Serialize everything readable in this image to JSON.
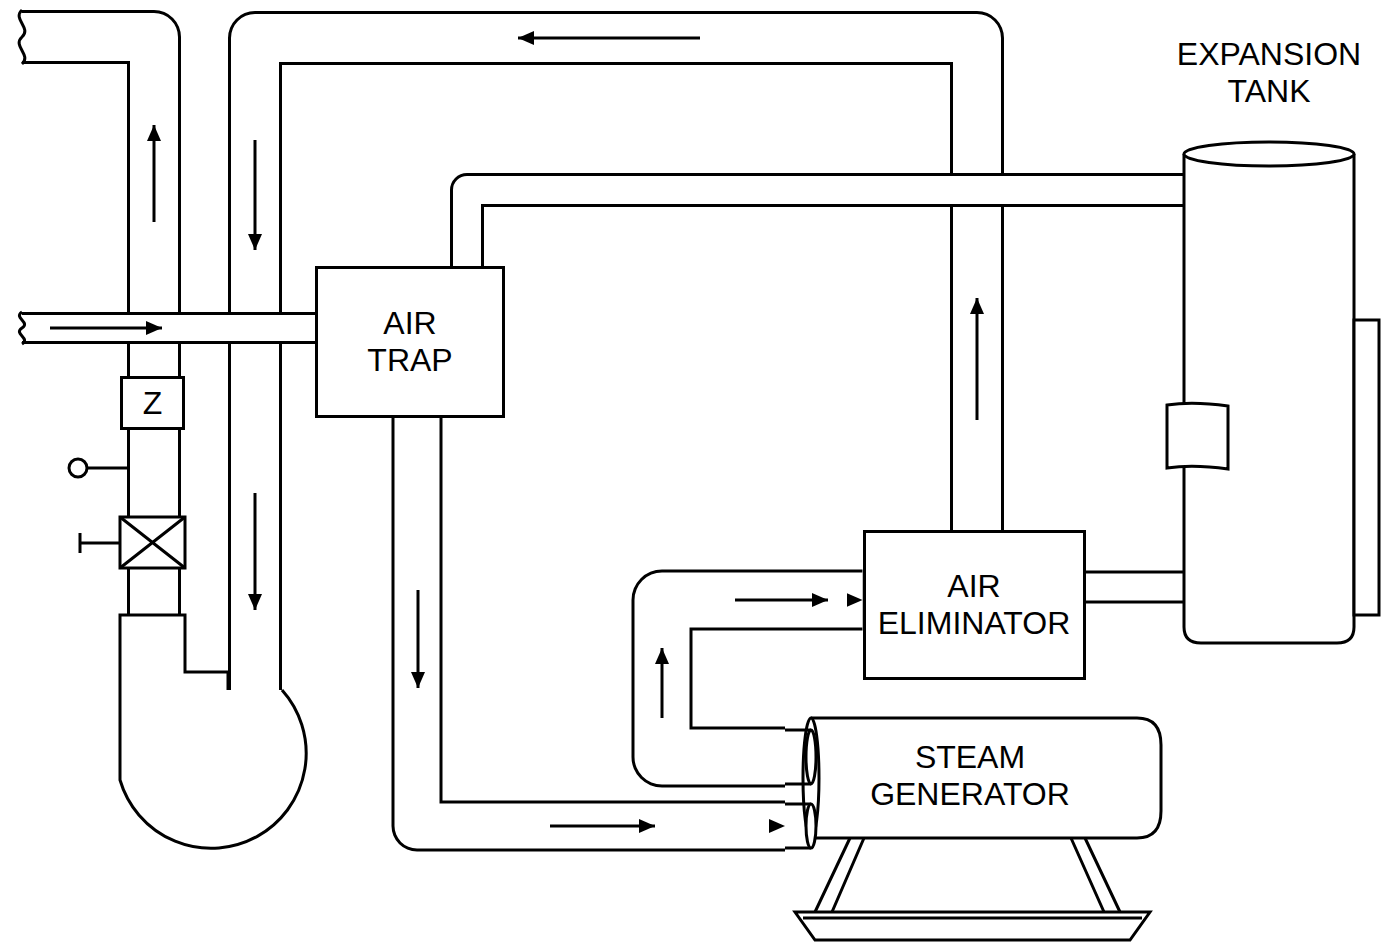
{
  "diagram": {
    "nodes": [
      {
        "text": [
          "EXPANSION TANK"
        ]
      },
      {
        "text": [
          "AIR TRAP"
        ]
      },
      {
        "text": [
          "Z"
        ]
      },
      {
        "text": [
          "AIR ELIMINATOR"
        ]
      },
      {
        "text": [
          "STEAM GENERATOR"
        ]
      }
    ],
    "edges": [
      {
        "from": 1,
        "to": 4,
        "arrow": "to"
      },
      {
        "from": 4,
        "to": 3,
        "arrow": "to"
      },
      {
        "from": 1,
        "to": 0,
        "arrow": "none"
      },
      {
        "from": 3,
        "to": 0,
        "arrow": "none"
      }
    ]
  }
}
